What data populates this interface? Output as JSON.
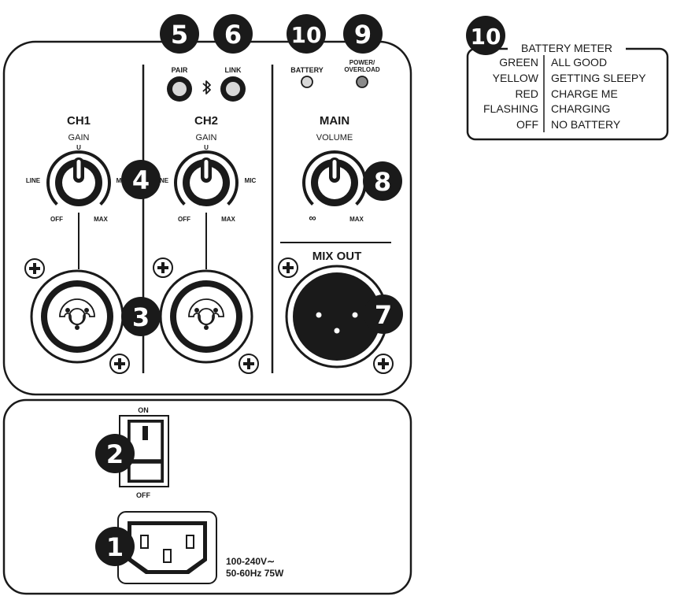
{
  "callouts": {
    "c1": "1",
    "c2": "2",
    "c3": "3",
    "c4": "4",
    "c5": "5",
    "c6": "6",
    "c7": "7",
    "c8": "8",
    "c9": "9",
    "c10": "10",
    "c10_legend": "10"
  },
  "top_panel": {
    "pair_label": "PAIR",
    "bluetooth_symbol": "bluetooth-icon",
    "link_label": "LINK",
    "battery_label": "BATTERY",
    "power_label_line1": "POWER/",
    "power_label_line2": "OVERLOAD",
    "ch1": {
      "title": "CH1",
      "gain": "GAIN",
      "u": "U",
      "left": "LINE",
      "right": "MIC",
      "off": "OFF",
      "max": "MAX"
    },
    "ch2": {
      "title": "CH2",
      "gain": "GAIN",
      "u": "U",
      "left": "LINE",
      "right": "MIC",
      "off": "OFF",
      "max": "MAX"
    },
    "main": {
      "title": "MAIN",
      "volume": "VOLUME",
      "min": "∞",
      "max": "MAX"
    },
    "mix_out": "MIX OUT"
  },
  "bottom_panel": {
    "switch_on": "ON",
    "switch_off": "OFF",
    "power_rating_line1": "100-240V∼",
    "power_rating_line2": "50-60Hz 75W"
  },
  "battery_meter": {
    "title": "BATTERY METER",
    "rows": [
      {
        "color": "GREEN",
        "state": "ALL GOOD"
      },
      {
        "color": "YELLOW",
        "state": "GETTING SLEEPY"
      },
      {
        "color": "RED",
        "state": "CHARGE ME"
      },
      {
        "color": "FLASHING",
        "state": "CHARGING"
      },
      {
        "color": "OFF",
        "state": "NO BATTERY"
      }
    ]
  },
  "colors": {
    "ink": "#1a1a1a",
    "led": "#cfcfcf",
    "power_led": "#8a8a8a"
  }
}
